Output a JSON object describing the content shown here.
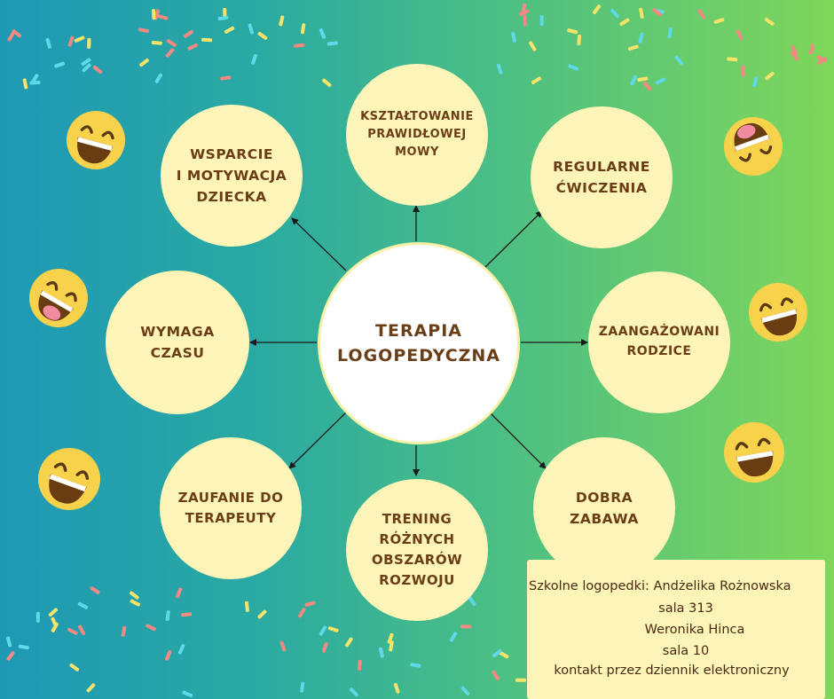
{
  "center": {
    "label": "TERAPIA\nLOGOPEDYCZNA"
  },
  "nodes": [
    "KSZTAŁTOWANIE\nPRAWIDŁOWEJ\nMOWY",
    "REGULARNE\nĆWICZENIA",
    "ZAANGAŻOWANI\nRODZICE",
    "DOBRA\nZABAWA",
    "TRENING\nRÓŻNYCH\nOBSZARÓW\nROZWOJU",
    "ZAUFANIE DO\nTERAPEUTY",
    "WYMAGA\nCZASU",
    "WSPARCIE\nI MOTYWACJA\nDZIECKA"
  ],
  "info": {
    "line1": "Szkolne logopedki: Andżelika Rożnowska",
    "line2": "sala 313",
    "line3": "Weronika Hinca",
    "line4": "sala 10",
    "line5": "kontakt przez dziennik elektroniczny"
  },
  "colors": {
    "node_fill": "#fdf4b8",
    "text": "#6b3e17",
    "arrow": "#1a1a1a",
    "emoji_face": "#f7d24a",
    "confetti": [
      "#f48a82",
      "#f7e36a",
      "#5fd8e8"
    ]
  }
}
